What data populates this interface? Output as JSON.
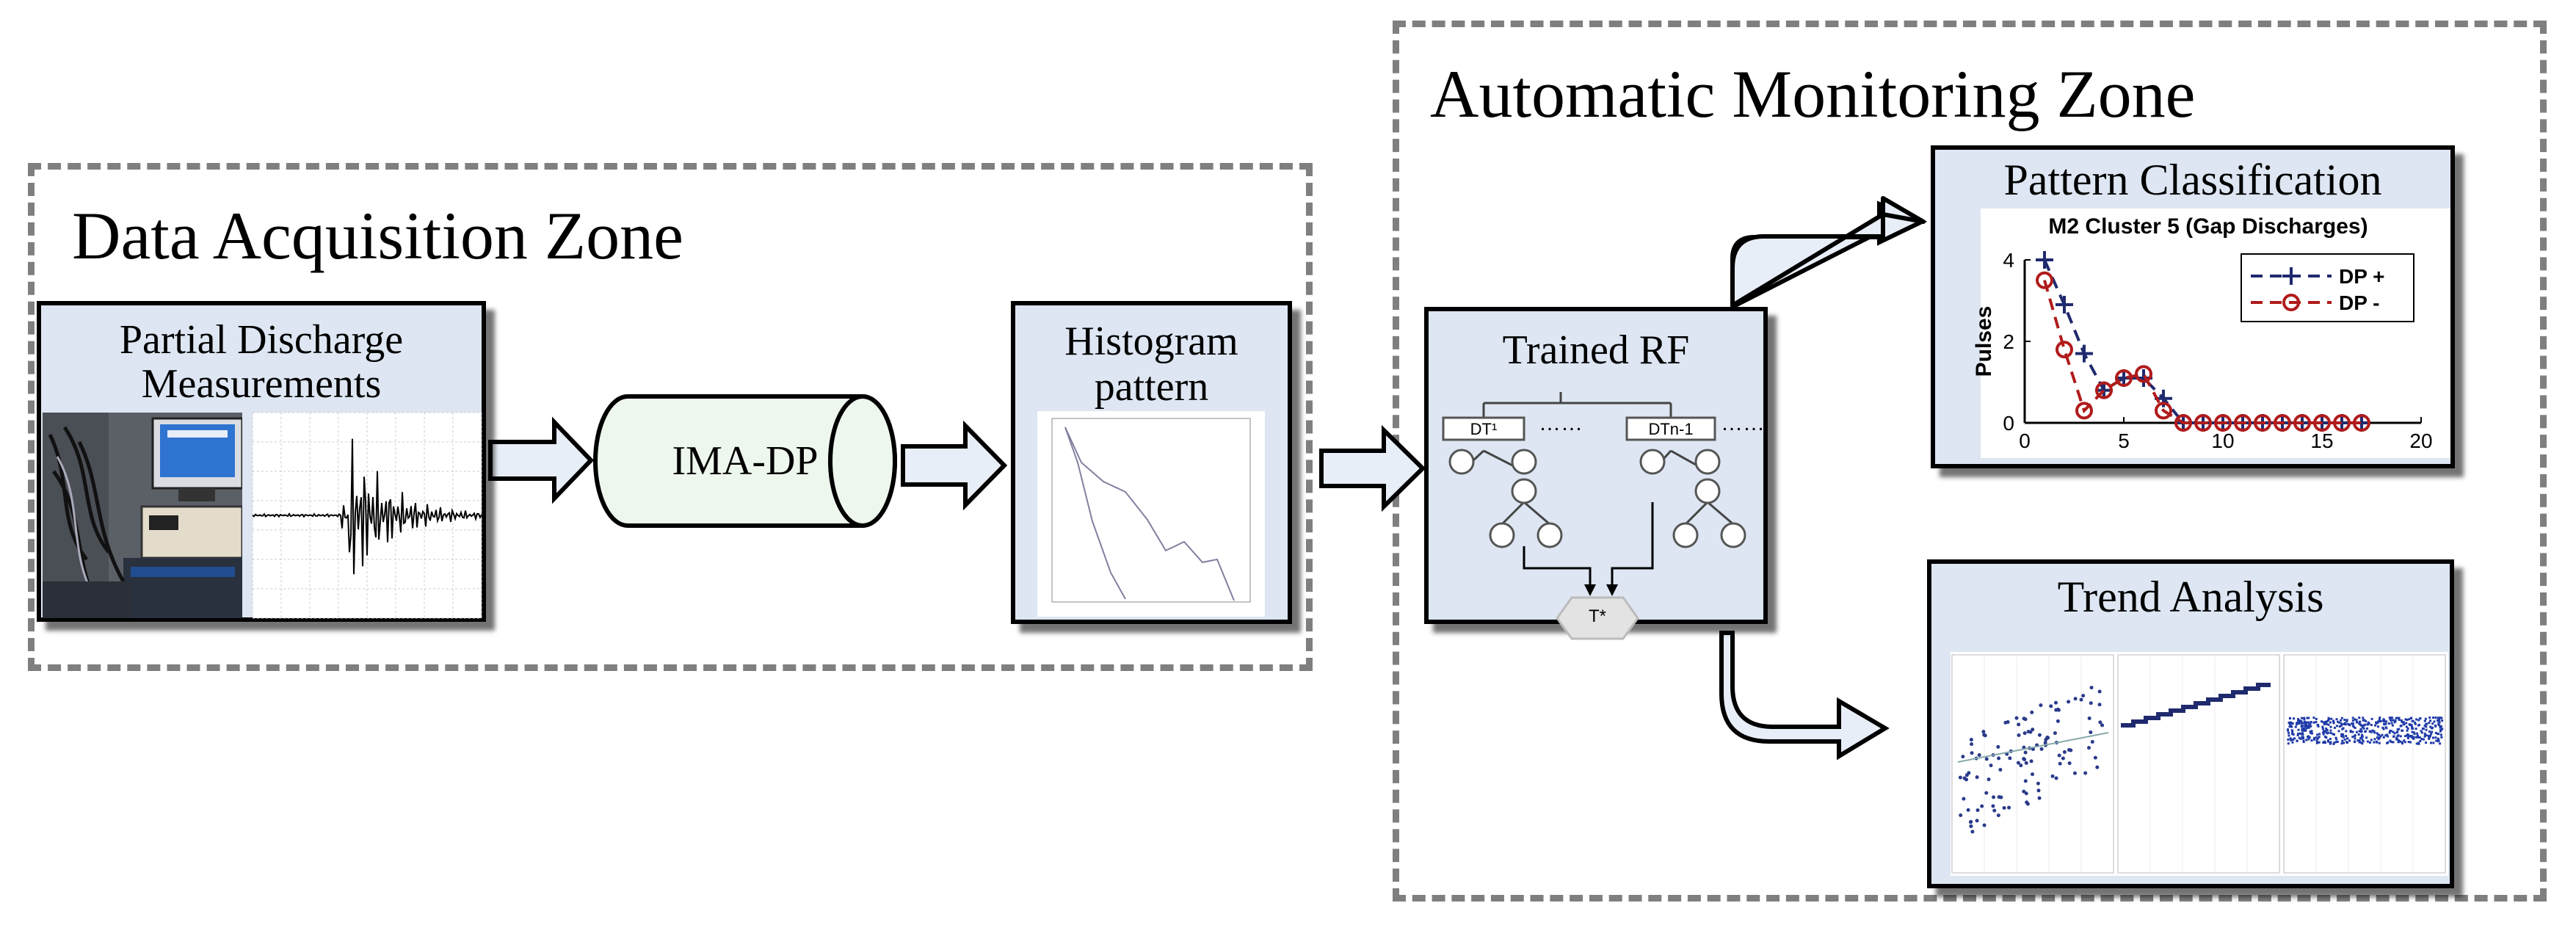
{
  "zones": {
    "acquisition_title": "Data Acquisition  Zone",
    "monitoring_title": "Automatic Monitoring  Zone"
  },
  "boxes": {
    "pd_title_line1": "Partial Discharge",
    "pd_title_line2": "Measurements",
    "ima_label": "IMA-DP",
    "histogram_line1": "Histogram",
    "histogram_line2": "pattern",
    "rf_title": "Trained RF",
    "pattern_title": "Pattern Classification",
    "trend_title": "Trend Analysis"
  },
  "rf_tree": {
    "node1": "DT¹",
    "node2": "DTn-1",
    "dots": "……",
    "output": "T*"
  },
  "colors": {
    "box_fill": "#dde6f2",
    "ima_fill": "#eef7ee",
    "zone_border": "#7f7f7f",
    "series_plus": "#1f2a6e",
    "series_minus": "#b01b1b"
  },
  "chart_data": {
    "type": "line",
    "title": "M2 Cluster 5 (Gap Discharges)",
    "xlabel": "",
    "ylabel": "Pulses",
    "xlim": [
      0,
      20
    ],
    "ylim": [
      0,
      4
    ],
    "xticks": [
      "0",
      "5",
      "10",
      "15",
      "20"
    ],
    "yticks": [
      "0",
      "2",
      "4"
    ],
    "legend_position": "top-right",
    "series": [
      {
        "name": "DP +",
        "marker": "+",
        "x": [
          1,
          2,
          3,
          4,
          5,
          6,
          7,
          8,
          9,
          10,
          11,
          12,
          13,
          14,
          15,
          16,
          17
        ],
        "y": [
          4,
          2.9,
          1.7,
          0.8,
          1.1,
          1.1,
          0.6,
          0,
          0,
          0,
          0,
          0,
          0,
          0,
          0,
          0,
          0
        ]
      },
      {
        "name": "DP -",
        "marker": "o",
        "x": [
          1,
          2,
          3,
          4,
          5,
          6,
          7,
          8,
          9,
          10,
          11,
          12,
          13,
          14,
          15,
          16,
          17
        ],
        "y": [
          3.5,
          1.8,
          0.3,
          0.8,
          1.1,
          1.2,
          0.3,
          0,
          0,
          0,
          0,
          0,
          0,
          0,
          0,
          0,
          0
        ]
      }
    ]
  }
}
